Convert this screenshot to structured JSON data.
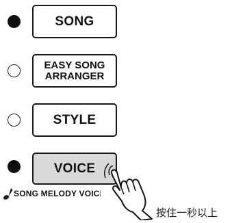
{
  "buttons": [
    {
      "id": "song",
      "lines": [
        "SONG"
      ],
      "led": "on"
    },
    {
      "id": "easy_song_arranger",
      "lines": [
        "EASY SONG",
        "ARRANGER"
      ],
      "led": "off"
    },
    {
      "id": "style",
      "lines": [
        "STYLE"
      ],
      "led": "off"
    },
    {
      "id": "voice",
      "lines": [
        "VOICE"
      ],
      "led": "on",
      "pressed": true
    }
  ],
  "voice_sub_label": "SONG MELODY VOICE",
  "caption": "按住一秒以上",
  "icons": {
    "led_on": "filled-circle",
    "led_off": "hollow-circle",
    "note": "eighth-note-icon",
    "hand": "pointing-hand-icon"
  },
  "colors": {
    "border": "#161616",
    "pressed_fill": "#d9d9d9",
    "led_on": "#0f0f0f"
  }
}
